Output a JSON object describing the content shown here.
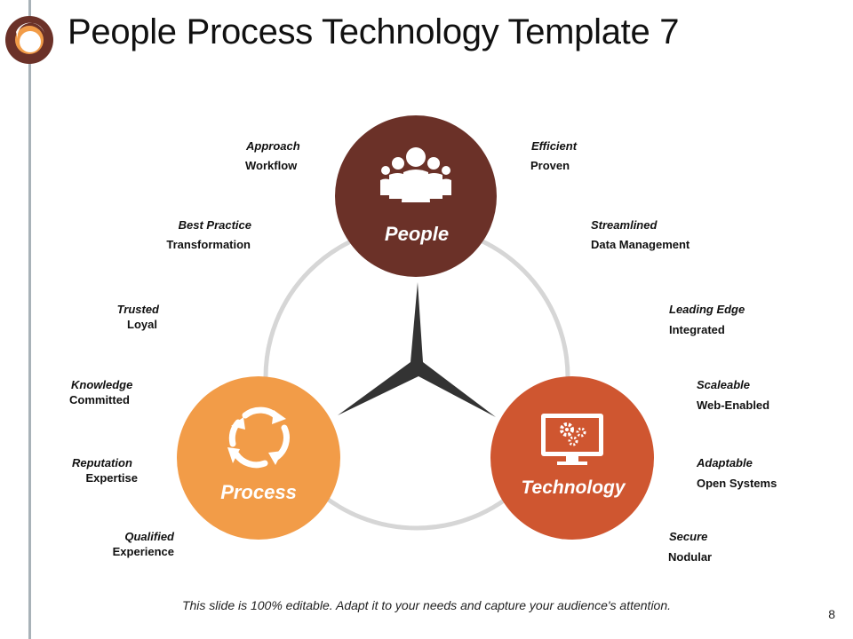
{
  "title": "People Process Technology Template 7",
  "colors": {
    "people": "#6b3128",
    "process": "#f29c48",
    "technology": "#cf5630",
    "ring": "#d6d6d6",
    "spoke": "#333333"
  },
  "nodes": {
    "people": {
      "label": "People",
      "icon": "group-of-people-icon"
    },
    "process": {
      "label": "Process",
      "icon": "cycle-arrows-icon"
    },
    "technology": {
      "label": "Technology",
      "icon": "monitor-gears-icon"
    }
  },
  "labels": {
    "approach": "Approach",
    "workflow": "Workflow",
    "best_practice": "Best Practice",
    "transformation": "Transformation",
    "trusted": "Trusted",
    "loyal": "Loyal",
    "knowledge": "Knowledge",
    "committed": "Committed",
    "reputation": "Reputation",
    "expertise": "Expertise",
    "qualified": "Qualified",
    "experience": "Experience",
    "efficient": "Efficient",
    "proven": "Proven",
    "streamlined": "Streamlined",
    "data_management": "Data Management",
    "leading_edge": "Leading Edge",
    "integrated": "Integrated",
    "scaleable": "Scaleable",
    "web_enabled": "Web-Enabled",
    "adaptable": "Adaptable",
    "open_systems": "Open Systems",
    "secure": "Secure",
    "nodular": "Nodular"
  },
  "footer": "This slide is 100% editable. Adapt it to your needs and capture your audience's attention.",
  "page_number": "8"
}
